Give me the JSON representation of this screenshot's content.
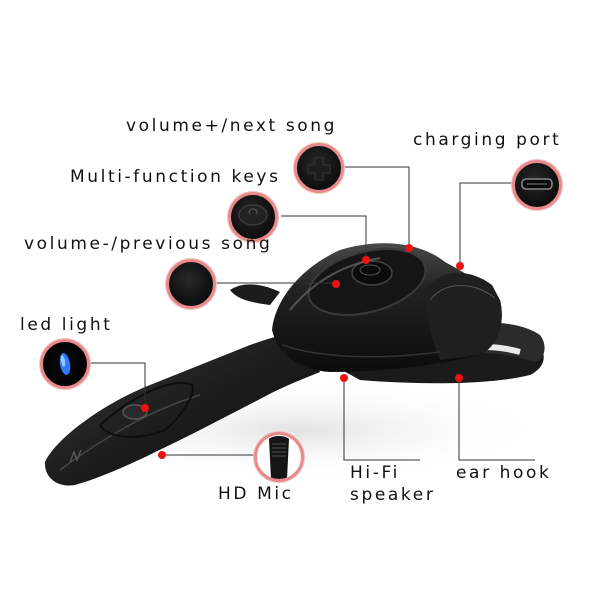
{
  "diagram": {
    "subject": "Bluetooth gaming headset",
    "colors": {
      "accent_ring": "#e98a8a",
      "marker_dot": "#ee1111",
      "device": "#1a1a1a",
      "led": "#2f7bff",
      "leader_line": "#333333"
    },
    "labels": {
      "volume_up": "volume+/next song",
      "charging_port": "charging port",
      "multifunction": "Multi-function keys",
      "volume_down": "volume-/previous song",
      "led_light": "led light",
      "hd_mic": "HD Mic",
      "hifi_speaker_line1": "Hi-Fi",
      "hifi_speaker_line2": "speaker",
      "ear_hook": "ear hook"
    },
    "callouts": [
      {
        "id": "volume-up",
        "icon": "plus-cross-button-icon"
      },
      {
        "id": "multifunction",
        "icon": "power-button-icon"
      },
      {
        "id": "volume-down",
        "icon": "minus-button-icon"
      },
      {
        "id": "charging-port",
        "icon": "micro-usb-port-icon"
      },
      {
        "id": "led-light",
        "icon": "blue-led-icon"
      },
      {
        "id": "hd-mic",
        "icon": "microphone-grille-icon"
      }
    ]
  }
}
